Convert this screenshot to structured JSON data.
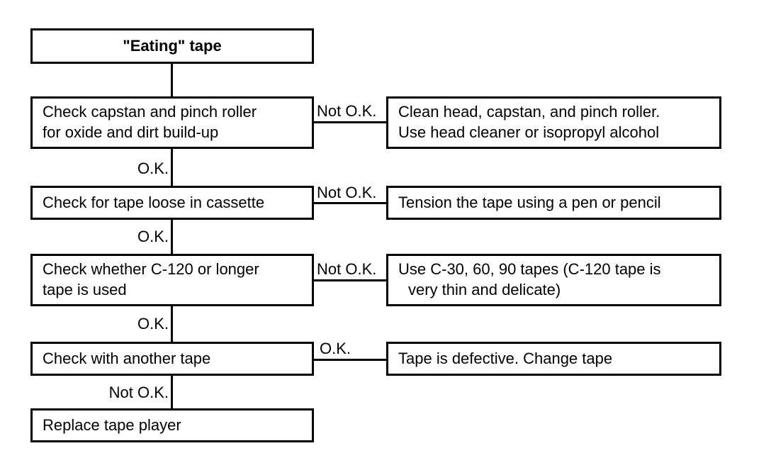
{
  "diagram": {
    "title": "\"Eating\" tape",
    "type": "troubleshooting-flowchart",
    "nodes": {
      "start": "\"Eating\" tape",
      "check1_line1": "Check capstan and pinch roller",
      "check1_line2": "for oxide and dirt build-up",
      "action1_line1": "Clean head, capstan, and pinch roller.",
      "action1_line2": "Use head cleaner or isopropyl alcohol",
      "check2": "Check for tape loose in cassette",
      "action2": "Tension the tape using a pen or pencil",
      "check3_line1": "Check whether C-120 or longer",
      "check3_line2": "tape is used",
      "action3_line1": "Use C-30, 60, 90 tapes (C-120 tape is",
      "action3_line2": "very thin and delicate)",
      "check4": "Check with another tape",
      "action4": "Tape is defective. Change tape",
      "final": "Replace tape player"
    },
    "edge_labels": {
      "not_ok_1": "Not O.K.",
      "ok_1": "O.K.",
      "not_ok_2": "Not O.K.",
      "ok_2": "O.K.",
      "not_ok_3": "Not O.K.",
      "ok_3": "O.K.",
      "ok_4": "O.K.",
      "not_ok_4": "Not O.K."
    },
    "colors": {
      "stroke": "#000000",
      "fill": "#ffffff",
      "text": "#000000"
    }
  }
}
